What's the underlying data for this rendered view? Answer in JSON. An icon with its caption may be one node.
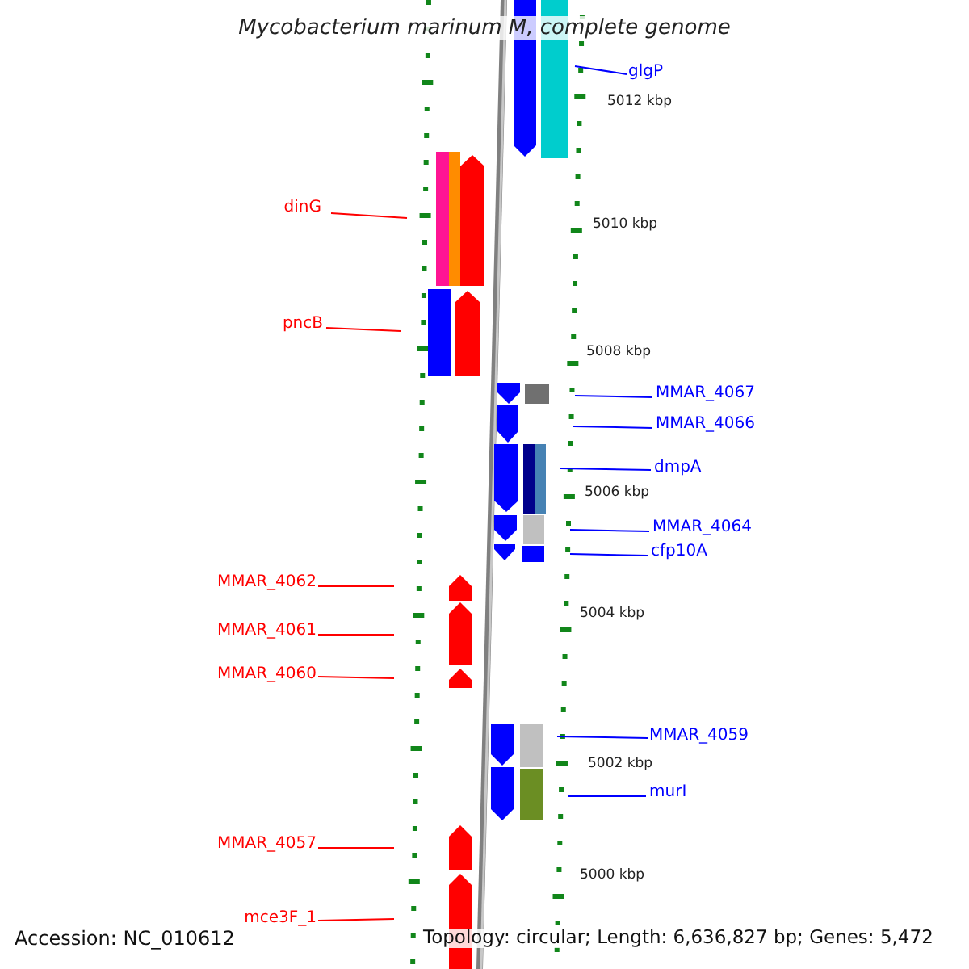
{
  "diagram": {
    "title": "Mycobacterium marinum M, complete genome",
    "nodes": [
      {
        "text": [
          "glgP"
        ]
      },
      {
        "text": [
          "dinG"
        ]
      },
      {
        "text": [
          "pncB"
        ]
      },
      {
        "text": [
          "MMAR_4067"
        ]
      },
      {
        "text": [
          "MMAR_4066"
        ]
      },
      {
        "text": [
          "dmpA"
        ]
      },
      {
        "text": [
          "MMAR_4064"
        ]
      },
      {
        "text": [
          "cfp10A"
        ]
      },
      {
        "text": [
          "MMAR_4062"
        ]
      },
      {
        "text": [
          "MMAR_4061"
        ]
      },
      {
        "text": [
          "MMAR_4060"
        ]
      },
      {
        "text": [
          "MMAR_4059"
        ]
      },
      {
        "text": [
          "murI"
        ]
      },
      {
        "text": [
          "MMAR_4057"
        ]
      },
      {
        "text": [
          "mce3F_1"
        ]
      }
    ],
    "edges": [
      {
        "from": 0,
        "to": null,
        "arrow": "none"
      },
      {
        "from": 1,
        "to": null,
        "arrow": "none",
        "color": "#ff0000"
      },
      {
        "from": 2,
        "to": null,
        "arrow": "none",
        "color": "#ff0000"
      },
      {
        "from": 3,
        "to": null,
        "arrow": "none"
      },
      {
        "from": 4,
        "to": null,
        "arrow": "none"
      },
      {
        "from": 5,
        "to": null,
        "arrow": "none"
      },
      {
        "from": 6,
        "to": null,
        "arrow": "none"
      },
      {
        "from": 7,
        "to": null,
        "arrow": "none"
      },
      {
        "from": 8,
        "to": null,
        "arrow": "none",
        "color": "#ff0000"
      },
      {
        "from": 9,
        "to": null,
        "arrow": "none",
        "color": "#ff0000"
      },
      {
        "from": 10,
        "to": null,
        "arrow": "none",
        "color": "#ff0000"
      },
      {
        "from": 11,
        "to": null,
        "arrow": "none"
      },
      {
        "from": 12,
        "to": null,
        "arrow": "none"
      },
      {
        "from": 13,
        "to": null,
        "arrow": "none",
        "color": "#ff0000"
      },
      {
        "from": 14,
        "to": null,
        "arrow": "none",
        "color": "#ff0000"
      }
    ],
    "labels": [
      "5012 kbp",
      "5010 kbp",
      "5008 kbp",
      "5006 kbp",
      "5004 kbp",
      "5002 kbp",
      "5000 kbp",
      "Accession: NC_010612",
      "Topology: circular; Length: 6,636,827 bp; Genes: 5,472"
    ]
  }
}
